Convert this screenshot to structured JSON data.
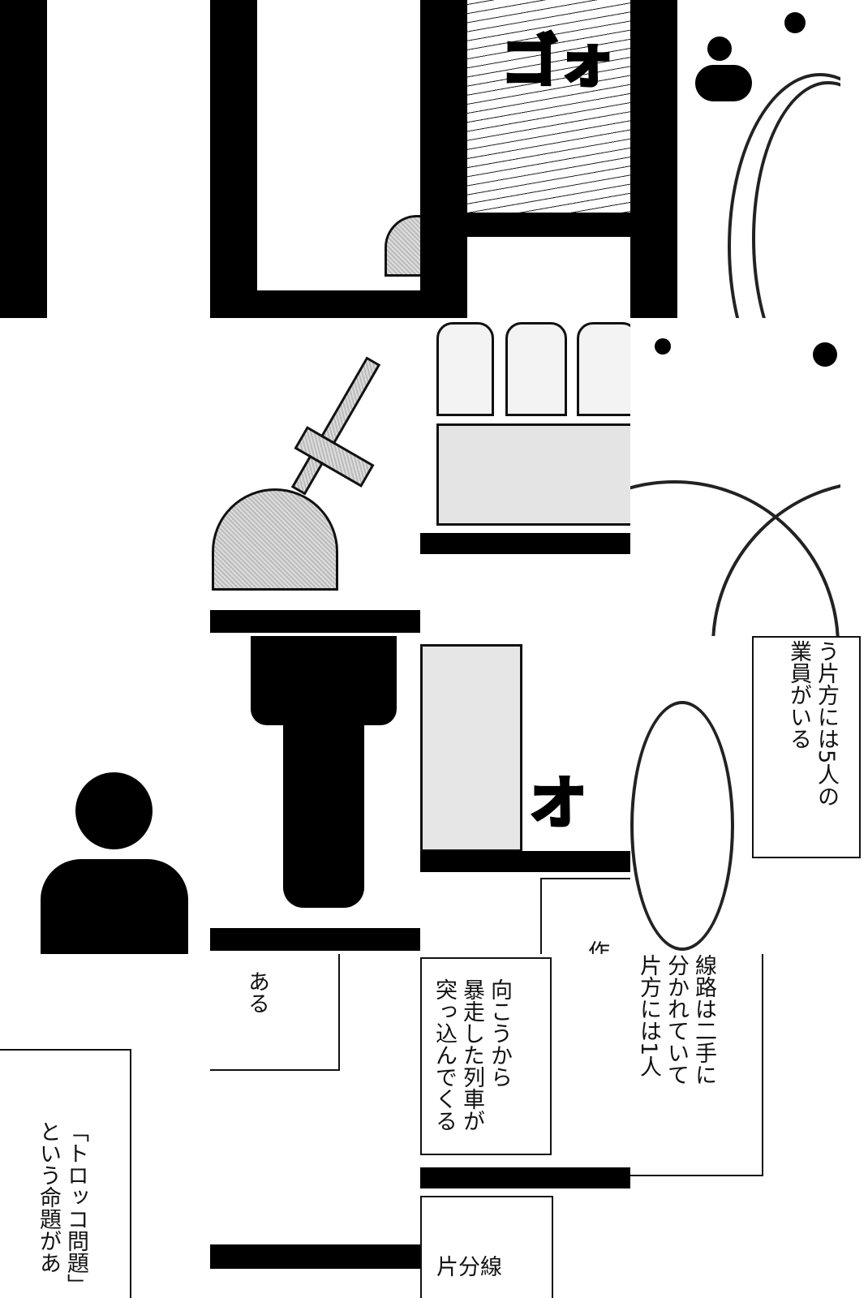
{
  "panels": {
    "sfx_go": "ゴォ",
    "sfx_o": "オ",
    "caption_workers": "う片方には5人の\n業員がいる",
    "caption_aru": "ある",
    "caption_partial": "作さわ",
    "caption_train": "向こうから\n暴走した列車が\n突っ込んでくる",
    "caption_tracks": "線路は二手に\n分かれていて\n片方には1人",
    "caption_trolley": "「トロッコ問題」\nという命題があ",
    "caption_bottom": "片分線"
  }
}
